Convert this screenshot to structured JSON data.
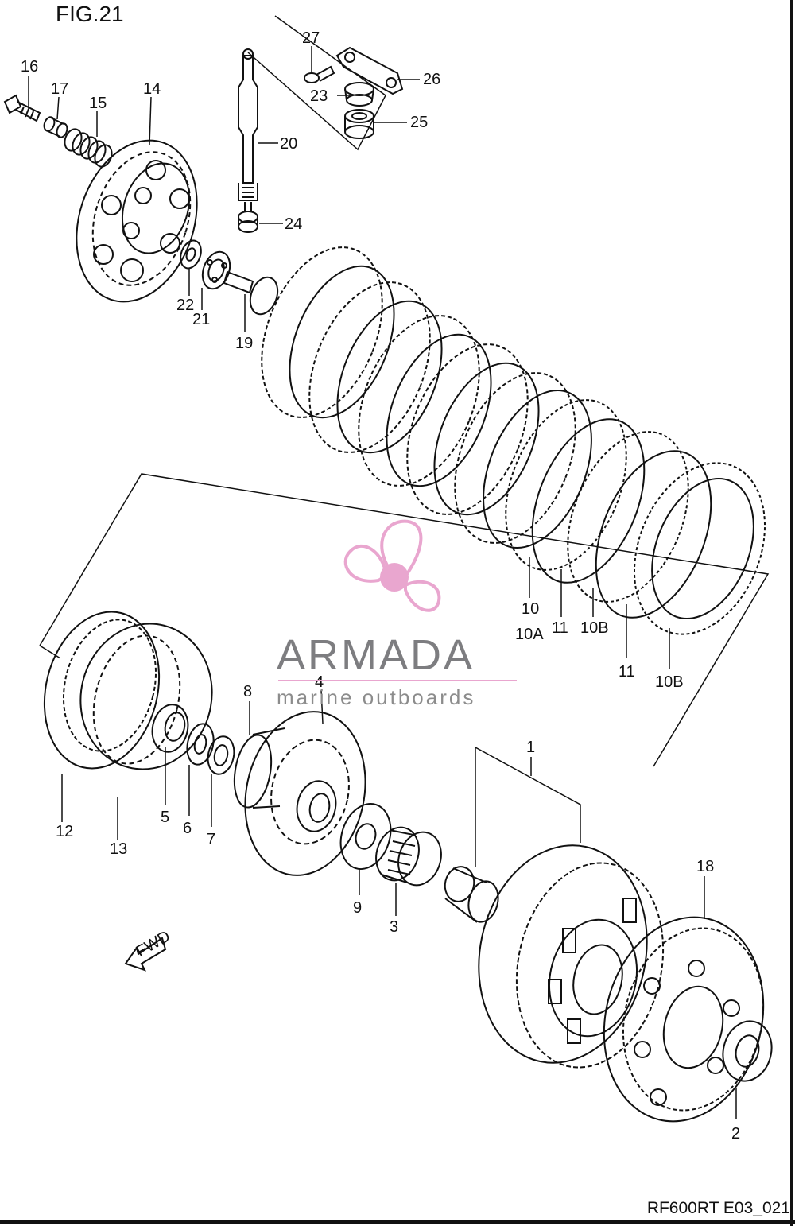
{
  "figure": {
    "title": "FIG.21",
    "drawing_code": "RF600RT E03_021"
  },
  "watermark": {
    "brand": "ARMADA",
    "tagline": "marine outboards",
    "accent_color": "#e9a6cf",
    "text_color": "#7d7d80"
  },
  "direction_arrow": {
    "label": "FWD"
  },
  "callouts": [
    {
      "id": "c16",
      "label": "16"
    },
    {
      "id": "c17",
      "label": "17"
    },
    {
      "id": "c15",
      "label": "15"
    },
    {
      "id": "c14",
      "label": "14"
    },
    {
      "id": "c27",
      "label": "27"
    },
    {
      "id": "c26",
      "label": "26"
    },
    {
      "id": "c23",
      "label": "23"
    },
    {
      "id": "c25",
      "label": "25"
    },
    {
      "id": "c20",
      "label": "20"
    },
    {
      "id": "c24",
      "label": "24"
    },
    {
      "id": "c22",
      "label": "22"
    },
    {
      "id": "c21",
      "label": "21"
    },
    {
      "id": "c19",
      "label": "19"
    },
    {
      "id": "c10",
      "label": "10"
    },
    {
      "id": "c10a",
      "label": "10A"
    },
    {
      "id": "c11a",
      "label": "11"
    },
    {
      "id": "c10b1",
      "label": "10B"
    },
    {
      "id": "c11b",
      "label": "11"
    },
    {
      "id": "c10b2",
      "label": "10B"
    },
    {
      "id": "c8",
      "label": "8"
    },
    {
      "id": "c4",
      "label": "4"
    },
    {
      "id": "c1",
      "label": "1"
    },
    {
      "id": "c12",
      "label": "12"
    },
    {
      "id": "c13",
      "label": "13"
    },
    {
      "id": "c5",
      "label": "5"
    },
    {
      "id": "c6",
      "label": "6"
    },
    {
      "id": "c7",
      "label": "7"
    },
    {
      "id": "c9",
      "label": "9"
    },
    {
      "id": "c3",
      "label": "3"
    },
    {
      "id": "c18",
      "label": "18"
    },
    {
      "id": "c2",
      "label": "2"
    }
  ]
}
